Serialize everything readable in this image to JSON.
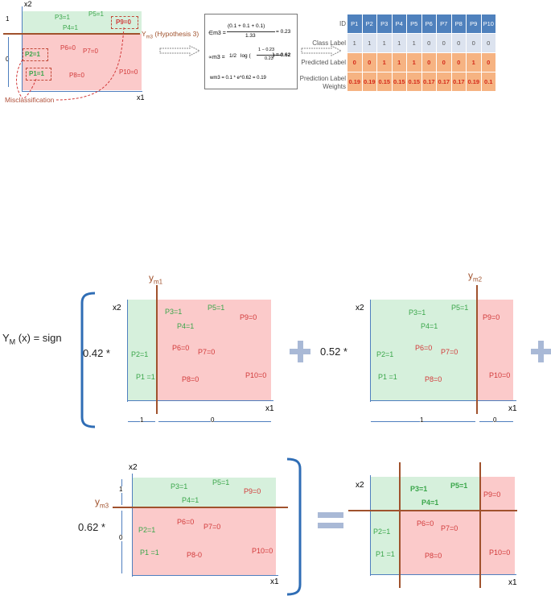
{
  "top_left": {
    "x2": "x2",
    "x1": "x1",
    "dim_one": "1",
    "dim_zero": "0",
    "hyp_label": "Y",
    "hyp_sub": "m3",
    "hyp_suffix": "(Hypothesis 3)",
    "points": {
      "p3": "P3=1",
      "p5": "P5=1",
      "p4": "P4=1",
      "p9": "P9=0",
      "p2": "P2=1",
      "p6": "P6=0",
      "p7": "P7=0",
      "p1": "P1=1",
      "p8": "P8=0",
      "p10": "P10=0"
    },
    "misclassification": "Misclassification"
  },
  "formula": {
    "eps_lhs": "∈m3 =",
    "eps_num": "(0.1 + 0.1 + 0.1)",
    "eps_den": "1.33",
    "eps_val": "= 0.23",
    "alpha_lhs": "∝m3 =",
    "alpha_half": "1/2",
    "alpha_log": "log (",
    "alpha_num": "1 − 0.23",
    "alpha_den": "0.23",
    "alpha_val": ") = 0.62",
    "w_line": "wm3 = 0.1 * e^0.62 = 0.19"
  },
  "table": {
    "id_label": "ID",
    "class_label": "Class Label",
    "pred_label": "Predicted Label",
    "weights_label_1": "Prediction Label",
    "weights_label_2": "Weights",
    "ids": [
      "P1",
      "P2",
      "P3",
      "P4",
      "P5",
      "P6",
      "P7",
      "P8",
      "P9",
      "P10"
    ],
    "class": [
      "1",
      "1",
      "1",
      "1",
      "1",
      "0",
      "0",
      "0",
      "0",
      "0"
    ],
    "pred": [
      "0",
      "0",
      "1",
      "1",
      "1",
      "0",
      "0",
      "0",
      "1",
      "0"
    ],
    "weights": [
      "0.19",
      "0.19",
      "0.15",
      "0.15",
      "0.15",
      "0.17",
      "0.17",
      "0.17",
      "0.19",
      "0.1"
    ]
  },
  "ensemble": {
    "lhs": "Y",
    "lhs_sub": "M",
    "lhs_suffix": "(x) = sign",
    "coef1": "0.42 *",
    "coef2": "0.52 *",
    "coef3": "0.62 *",
    "ym1": "y",
    "ym1_sub": "m1",
    "ym2": "y",
    "ym2_sub": "m2",
    "ym3": "y",
    "ym3_sub": "m3",
    "x1": "x1",
    "x2": "x2",
    "one": "1",
    "zero": "0",
    "points": {
      "p3": "P3=1",
      "p5": "P5=1",
      "p4": "P4=1",
      "p9": "P9=0",
      "p2": "P2=1",
      "p6": "P6=0",
      "p7": "P7=0",
      "p1": "P1 =1",
      "p8": "P8=0",
      "p10": "P10=0",
      "p8b": "P8-0"
    }
  },
  "colors": {
    "green_region": "#d6f0dc",
    "pink_region": "#fbcaca",
    "boundary": "#a0522d",
    "axis": "#4f7fbf",
    "bracket": "#2f6db5",
    "operator": "#a9b9d6"
  }
}
